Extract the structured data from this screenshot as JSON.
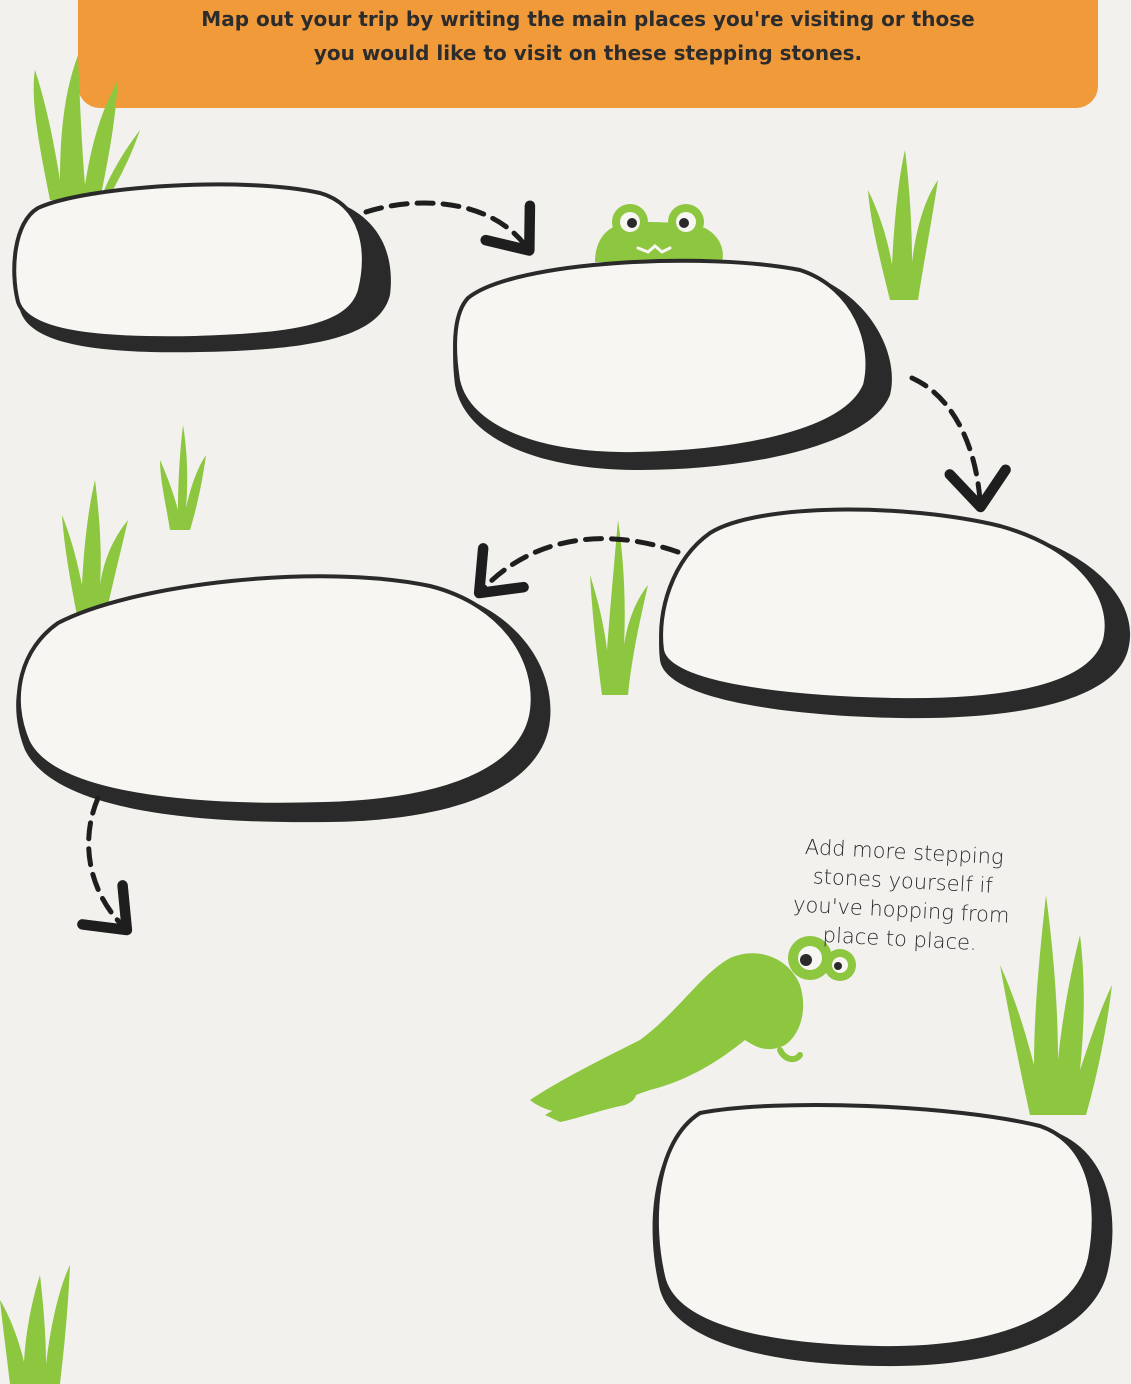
{
  "banner": {
    "line1": "Map out your trip by writing the main places you're visiting or those",
    "line2": "you would like to visit on these stepping stones."
  },
  "hint": {
    "line1": "Add more stepping",
    "line2": "stones yourself if",
    "line3": "you've hopping from",
    "line4": "place to place."
  },
  "colors": {
    "banner": "#f19a3a",
    "grass": "#8dc63f",
    "stone_outline": "#2a2a2a",
    "background": "#f2f1ee"
  },
  "icons": {
    "frog_peeking": "frog-peeking-icon",
    "frog_jumping": "frog-jumping-icon",
    "grass": "grass-icon",
    "arrow": "dashed-arrow-icon"
  }
}
